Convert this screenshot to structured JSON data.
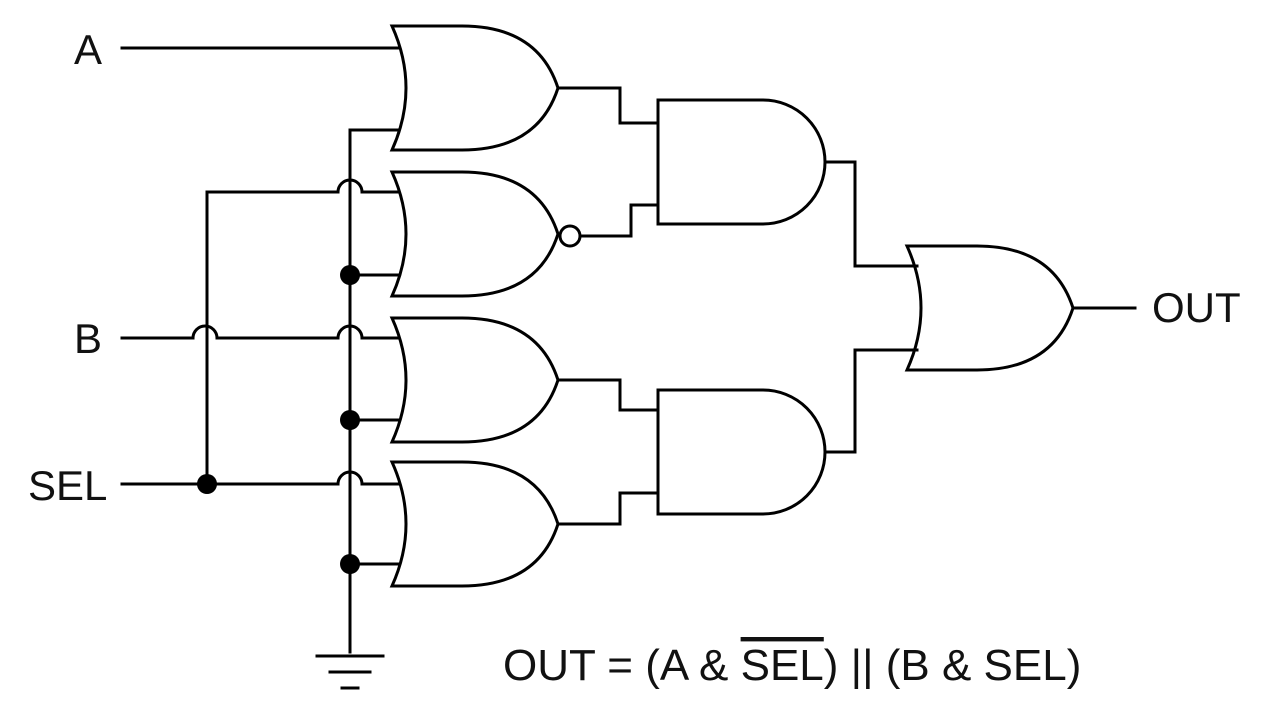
{
  "colors": {
    "stroke": "#000000",
    "background": "#ffffff",
    "text": "#111111"
  },
  "labels": {
    "input_a": "A",
    "input_b": "B",
    "input_sel": "SEL",
    "output": "OUT"
  },
  "formula": {
    "prefix": "OUT = (A & ",
    "sel_overlined": "SEL",
    "suffix": ") ||  (B & SEL)"
  },
  "gates": [
    {
      "id": "or-gate-1",
      "type": "OR"
    },
    {
      "id": "nor-gate-2",
      "type": "NOR"
    },
    {
      "id": "or-gate-3",
      "type": "OR"
    },
    {
      "id": "or-gate-4",
      "type": "OR"
    },
    {
      "id": "and-gate-upper",
      "type": "AND"
    },
    {
      "id": "and-gate-lower",
      "type": "AND"
    },
    {
      "id": "or-gate-output",
      "type": "OR"
    }
  ]
}
